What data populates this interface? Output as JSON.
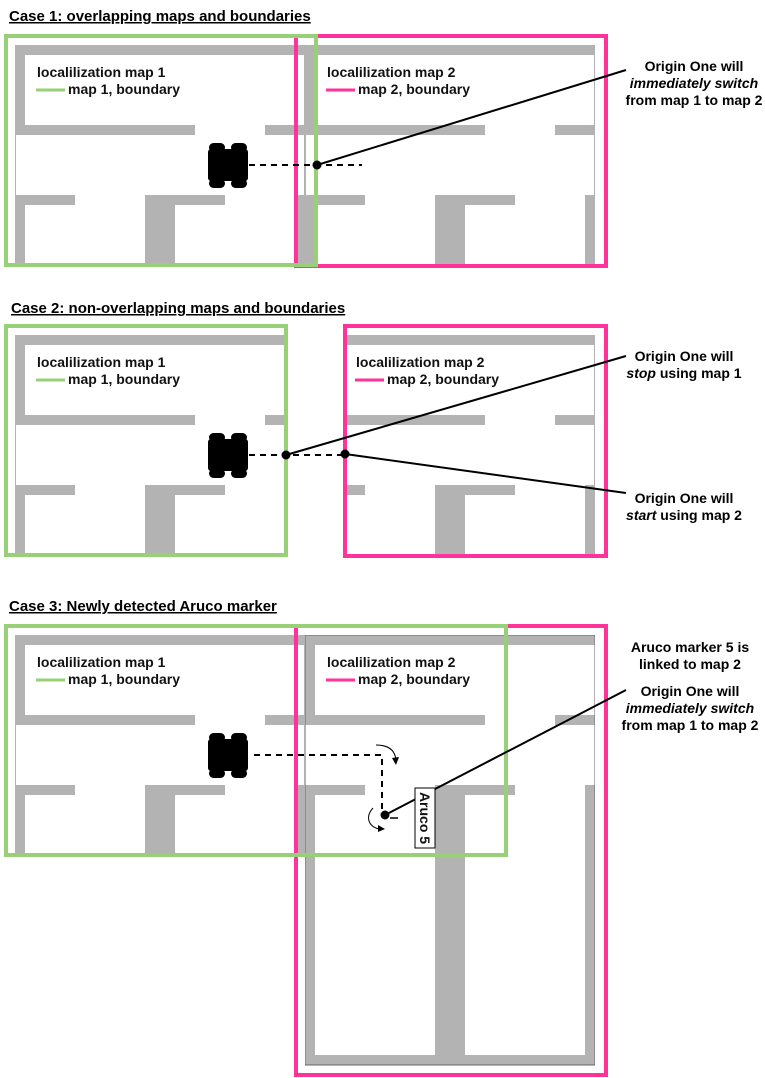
{
  "colors": {
    "map1_boundary": "#97d077",
    "map2_boundary": "#ff3399",
    "wall": "#b3b3b3",
    "map_border": "#666666",
    "robot": "#000000"
  },
  "cases": [
    {
      "title": "Case 1: overlapping maps and boundaries",
      "map1": {
        "name": "localilization map 1",
        "legend": "map 1, boundary"
      },
      "map2": {
        "name": "localilization map 2",
        "legend": "map 2, boundary"
      },
      "notes": [
        {
          "lines": [
            [
              {
                "t": "Origin One will",
                "i": false
              }
            ],
            [
              {
                "t": "immediately switch",
                "i": true
              }
            ],
            [
              {
                "t": "from map 1 to map 2",
                "i": false
              }
            ]
          ]
        }
      ]
    },
    {
      "title": "Case 2: non-overlapping maps and boundaries",
      "map1": {
        "name": "localilization map 1",
        "legend": "map 1, boundary"
      },
      "map2": {
        "name": "localilization map 2",
        "legend": "map 2, boundary"
      },
      "notes": [
        {
          "lines": [
            [
              {
                "t": "Origin One will",
                "i": false
              }
            ],
            [
              {
                "t": "stop",
                "i": true
              },
              {
                "t": " using map 1",
                "i": false
              }
            ]
          ]
        },
        {
          "lines": [
            [
              {
                "t": "Origin One will",
                "i": false
              }
            ],
            [
              {
                "t": "start",
                "i": true
              },
              {
                "t": " using map 2",
                "i": false
              }
            ]
          ]
        }
      ]
    },
    {
      "title": "Case 3: Newly detected Aruco marker",
      "map1": {
        "name": "localilization map 1",
        "legend": "map 1, boundary"
      },
      "map2": {
        "name": "localilization map 2",
        "legend": "map 2, boundary"
      },
      "marker_label": "Aruco 5",
      "notes": [
        {
          "lines": [
            [
              {
                "t": "Aruco marker 5 is",
                "i": false
              }
            ],
            [
              {
                "t": "linked to map 2",
                "i": false
              }
            ]
          ]
        },
        {
          "lines": [
            [
              {
                "t": "Origin One will",
                "i": false
              }
            ],
            [
              {
                "t": "immediately switch",
                "i": true
              }
            ],
            [
              {
                "t": "from map 1 to map 2",
                "i": false
              }
            ]
          ]
        }
      ]
    }
  ]
}
